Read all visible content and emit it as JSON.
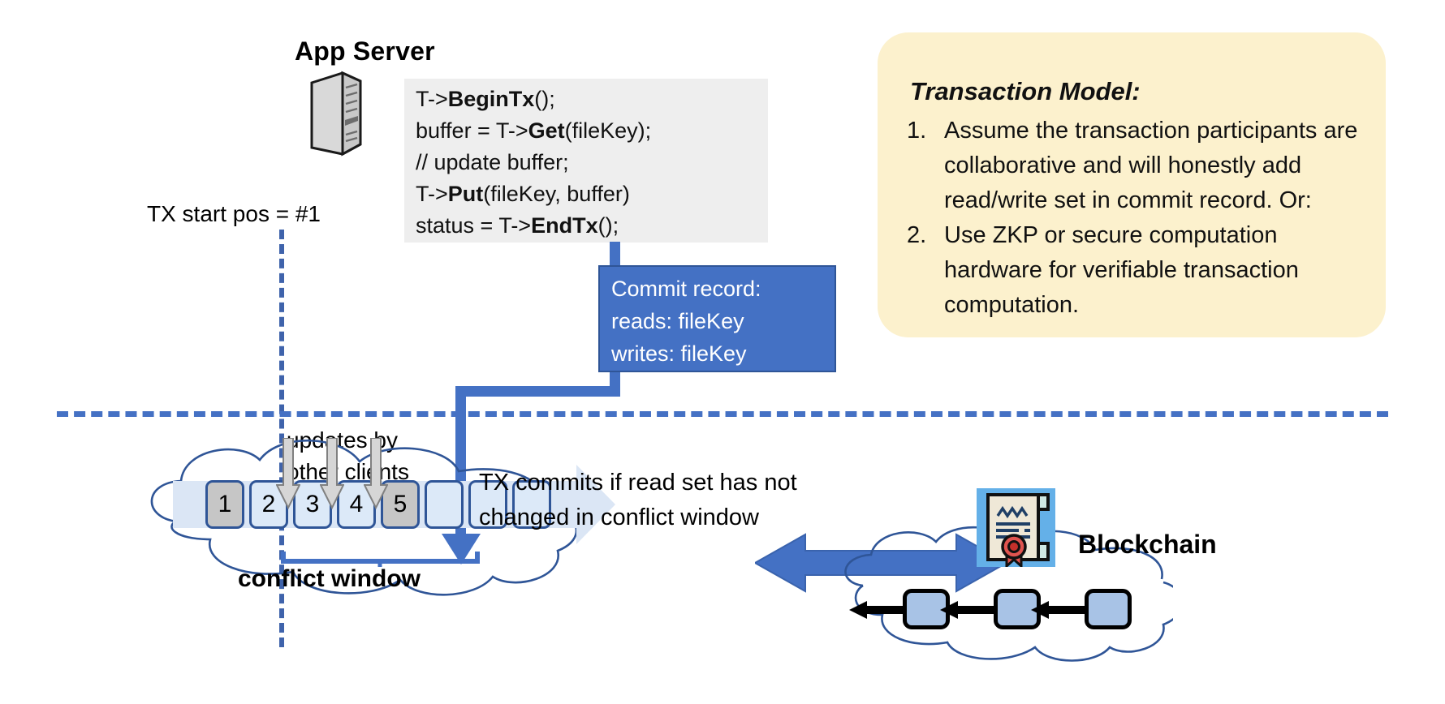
{
  "app_server": {
    "title": "App Server",
    "icon": "server-icon",
    "code_lines": [
      {
        "plain1": "T->",
        "bold": "BeginTx",
        "plain2": "();"
      },
      {
        "plain1": "buffer = T->",
        "bold": "Get",
        "plain2": "(fileKey);"
      },
      {
        "plain1": "// update buffer;",
        "bold": "",
        "plain2": ""
      },
      {
        "plain1": "T->",
        "bold": "Put",
        "plain2": "(fileKey, buffer)"
      },
      {
        "plain1": "status = T->",
        "bold": "EndTx",
        "plain2": "();"
      }
    ],
    "code_text": "T->BeginTx();\nbuffer = T->Get(fileKey);\n// update buffer;\nT->Put(fileKey, buffer)\nstatus = T->EndTx();"
  },
  "tx_start": {
    "label": "TX start pos = #1"
  },
  "commit_record": {
    "lines": [
      "Commit record:",
      "reads: fileKey",
      "writes: fileKey"
    ],
    "line1": "Commit record:",
    "line2": "reads: fileKey",
    "line3": "writes: fileKey",
    "bg_color": "#4471c4"
  },
  "transaction_model": {
    "title": "Transaction Model:",
    "bg_color": "#fcf1cd",
    "items": [
      {
        "num": "1.",
        "text": "Assume the transaction participants are collaborative and will honestly add read/write set in commit record.  Or:"
      },
      {
        "num": "2.",
        "text": "Use ZKP or secure computation hardware for verifiable transaction computation."
      }
    ]
  },
  "log": {
    "updates_label_line1": "updates by",
    "updates_label_line2": "other clients",
    "commits_note_line1": "TX commits if read set has not",
    "commits_note_line2": "changed in conflict window",
    "conflict_window_label": "conflict window",
    "boxes": [
      {
        "label": "1",
        "state": "filled"
      },
      {
        "label": "2",
        "state": "empty"
      },
      {
        "label": "3",
        "state": "empty"
      },
      {
        "label": "4",
        "state": "empty"
      },
      {
        "label": "5",
        "state": "filled"
      },
      {
        "label": "",
        "state": "empty"
      },
      {
        "label": "",
        "state": "empty"
      },
      {
        "label": "",
        "state": "empty"
      }
    ]
  },
  "blockchain": {
    "label": "Blockchain",
    "cert_icon": "certificate-icon",
    "block_count": 3
  },
  "colors": {
    "accent_blue": "#4471c4",
    "dark_blue": "#2f5597",
    "light_blue_band": "#dbe6f5",
    "code_bg": "#eeeeee",
    "callout_yellow": "#fcf1cd",
    "block_fill": "#a8c3e6",
    "filled_grey": "#c6c6c6"
  }
}
